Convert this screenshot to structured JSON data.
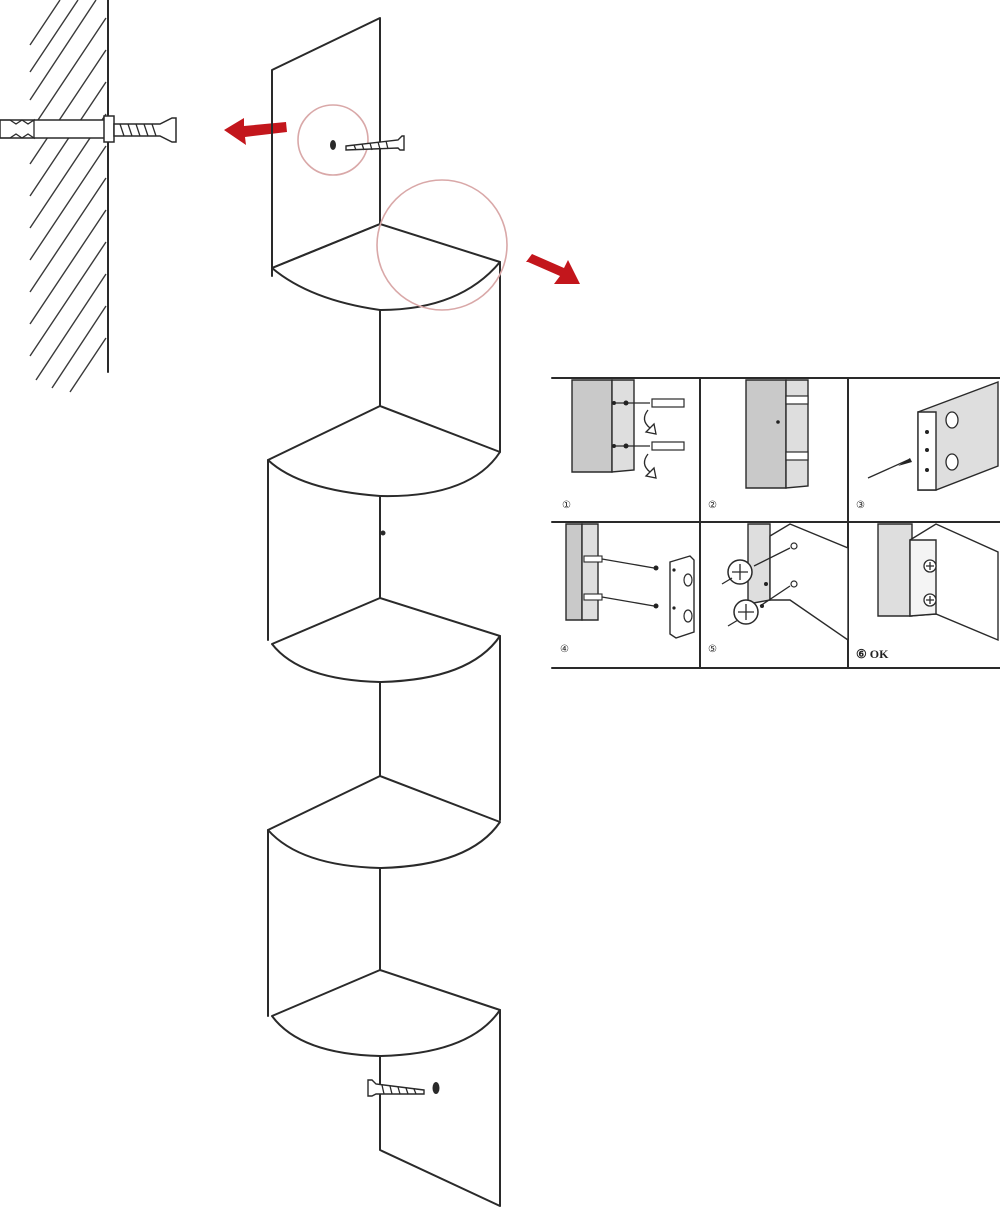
{
  "steps": [
    {
      "label": "①"
    },
    {
      "label": "②"
    },
    {
      "label": "③"
    },
    {
      "label": "④"
    },
    {
      "label": "⑤"
    },
    {
      "label": "⑥ OK"
    }
  ],
  "colors": {
    "arrow": "#c3161c",
    "detail_circle": "#d9a8a8",
    "line": "#2a2a2a",
    "panel_grey": "#c9c9c9"
  },
  "icons": [
    "wall-hatch",
    "wall-plug",
    "screw",
    "arrow-left",
    "arrow-down-right",
    "cam-lock",
    "dowel"
  ]
}
